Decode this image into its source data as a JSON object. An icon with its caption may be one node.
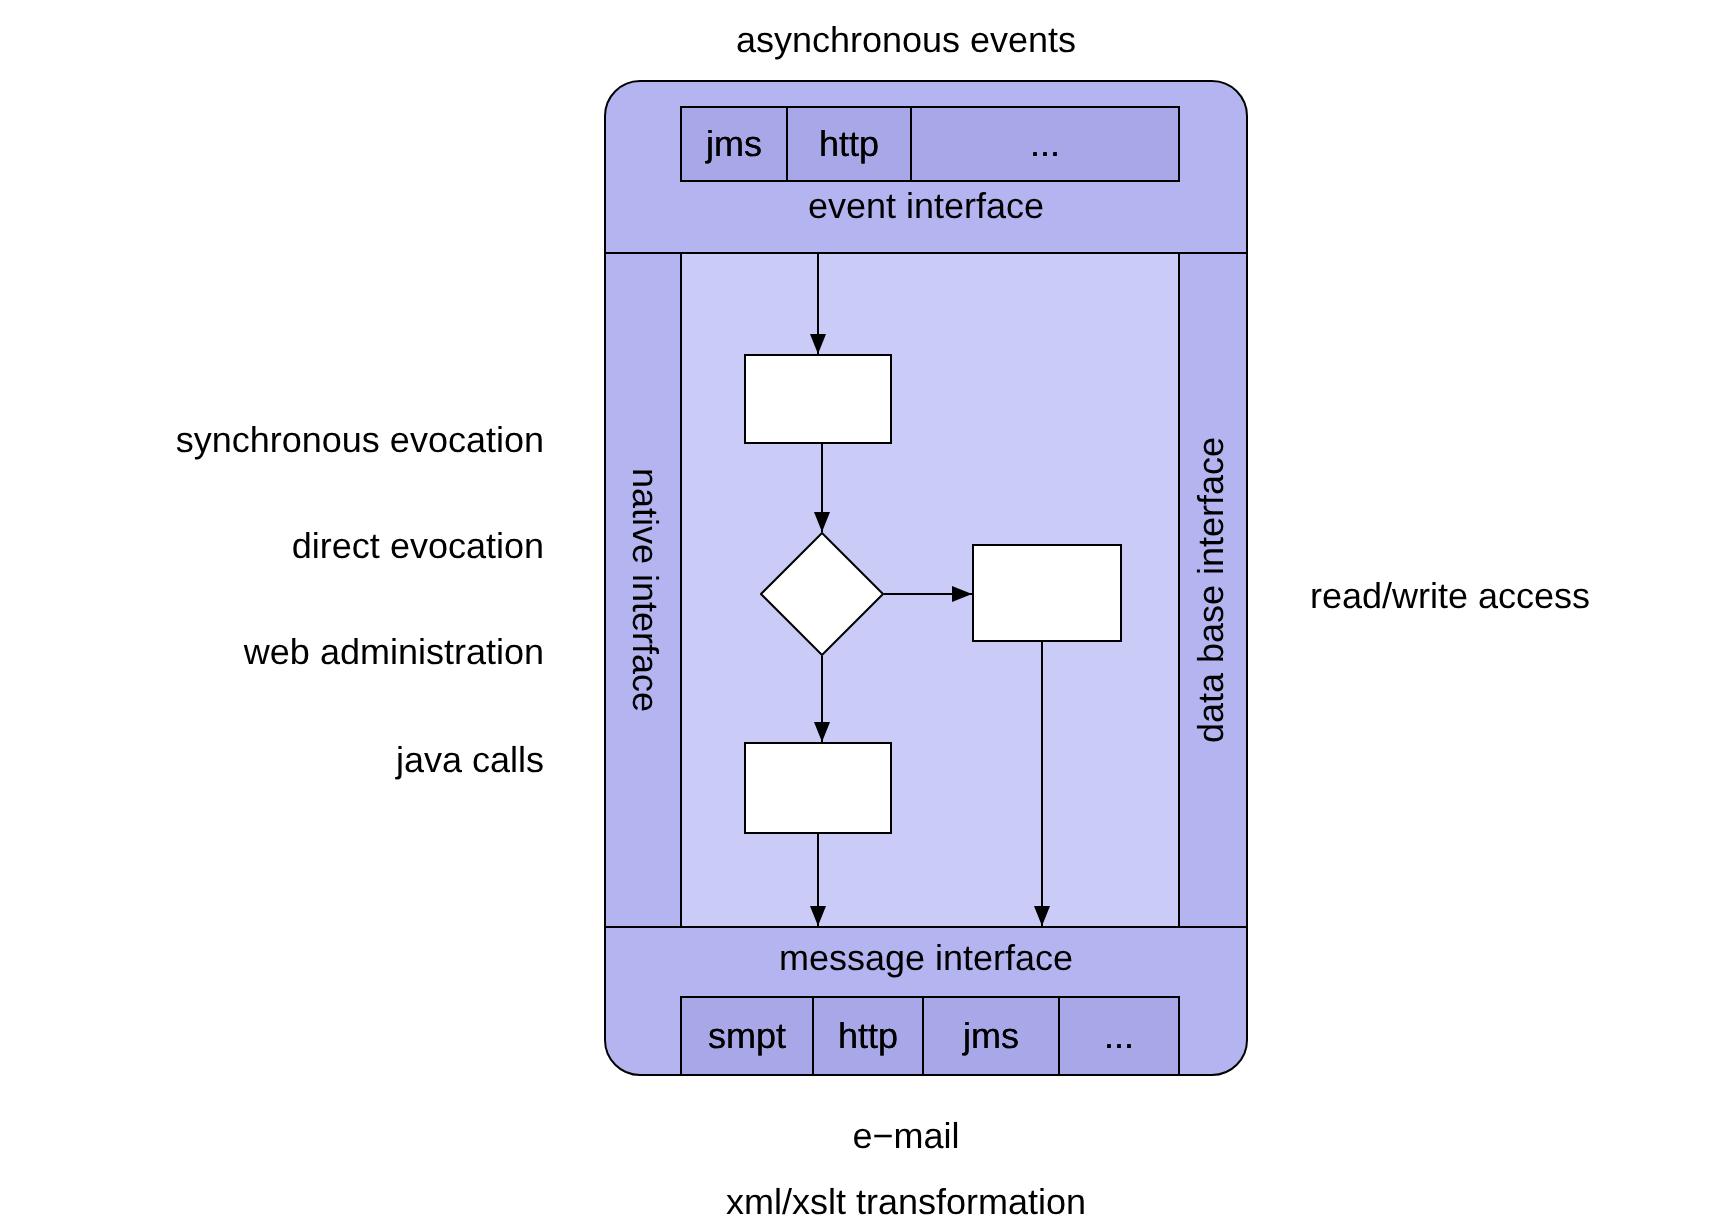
{
  "diagram": {
    "nodes": [
      {
        "text": [],
        "shape": "box"
      },
      {
        "text": [
          "event interface"
        ],
        "in": 0
      },
      {
        "text": [
          "jms"
        ],
        "in": 1
      },
      {
        "text": [
          "http"
        ],
        "in": 1
      },
      {
        "text": [
          "..."
        ],
        "in": 1
      },
      {
        "text": [
          "native interface"
        ],
        "in": 0
      },
      {
        "text": [
          "data base interface"
        ],
        "in": 0
      },
      {
        "text": [],
        "shape": "box",
        "in": 0
      },
      {
        "text": [],
        "shape": "box",
        "in": 7
      },
      {
        "text": [],
        "shape": "diamond",
        "in": 7
      },
      {
        "text": [],
        "shape": "box",
        "in": 7
      },
      {
        "text": [],
        "shape": "box",
        "in": 7
      },
      {
        "text": [
          "message interface"
        ],
        "in": 0
      },
      {
        "text": [
          "smpt"
        ],
        "in": 12
      },
      {
        "text": [
          "http"
        ],
        "in": 12
      },
      {
        "text": [
          "jms"
        ],
        "in": 12
      },
      {
        "text": [
          "..."
        ],
        "in": 12
      }
    ],
    "edges": [
      {
        "from": 1,
        "to": 8,
        "arrow": "to"
      },
      {
        "from": 8,
        "to": 9,
        "arrow": "to"
      },
      {
        "from": 9,
        "to": 10,
        "arrow": "to"
      },
      {
        "from": 9,
        "to": 11,
        "arrow": "to"
      },
      {
        "from": 11,
        "to": 12,
        "arrow": "to"
      },
      {
        "from": 10,
        "to": 12,
        "arrow": "to"
      }
    ],
    "labels": [
      "asynchronous events",
      "synchronous evocation",
      "direct evocation",
      "web administration",
      "java calls",
      "read/write access",
      "e−mail",
      "xml/xslt transformation"
    ]
  }
}
